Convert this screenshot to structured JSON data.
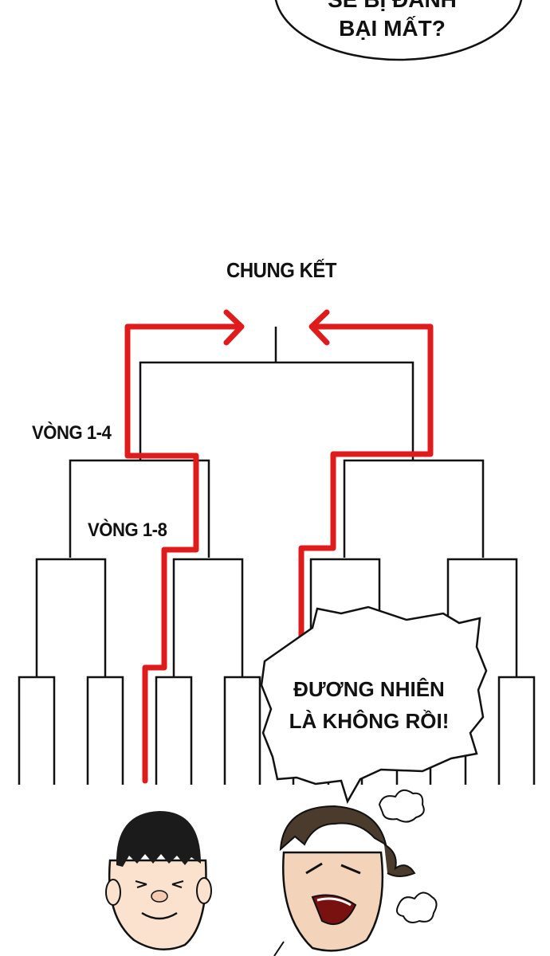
{
  "top_bubble": {
    "line1": "SẼ BỊ ĐÁNH",
    "line2": "BẠI MẤT?"
  },
  "bracket": {
    "final_label": "CHUNG KẾT",
    "round_4_label": "VÒNG 1-4",
    "round_8_label": "VÒNG 1-8"
  },
  "speech_bubble": {
    "line1": "ĐƯƠNG NHIÊN",
    "line2": "LÀ KHÔNG RỒI!"
  },
  "colors": {
    "path": "#e01b1b",
    "ink": "#111111",
    "background": "#ffffff"
  }
}
